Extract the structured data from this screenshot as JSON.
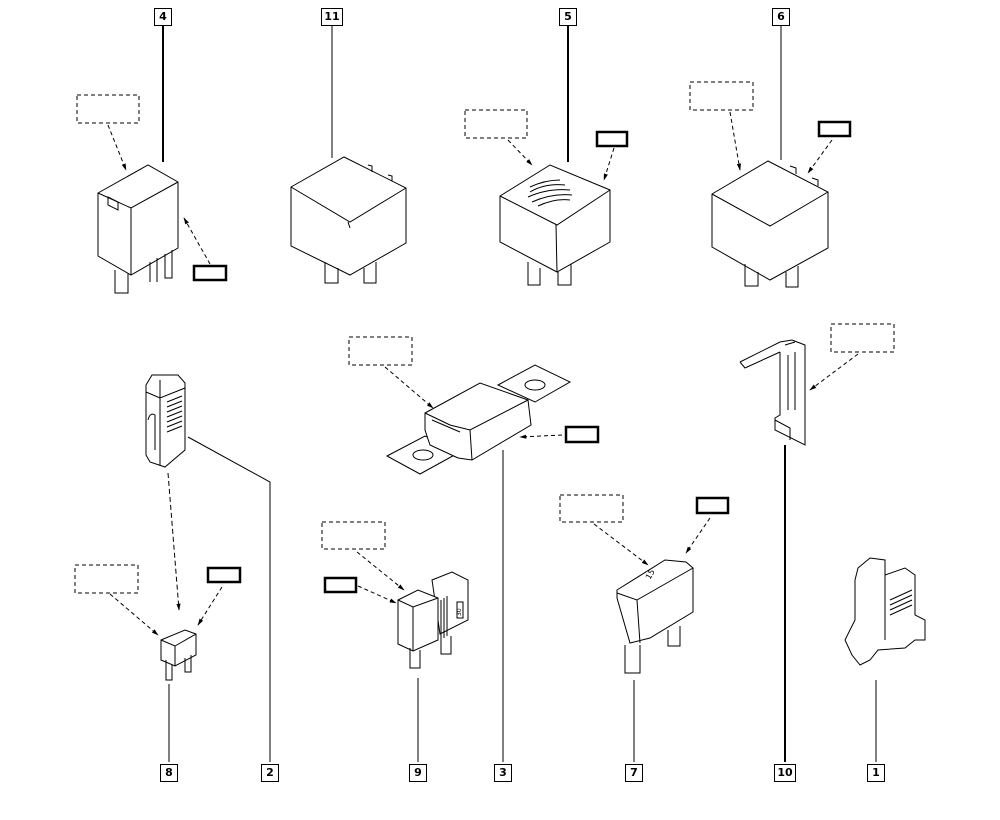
{
  "title": "Relays and fuses exploded parts diagram",
  "colors": {
    "line": "#000000",
    "background": "#ffffff"
  },
  "callouts": {
    "c4": "4",
    "c11": "11",
    "c5": "5",
    "c6": "6",
    "c2": "2",
    "c8": "8",
    "c9": "9",
    "c3": "3",
    "c7": "7",
    "c10": "10",
    "c1": "1"
  },
  "parts": [
    {
      "id": "4",
      "name": "mini relay with tab"
    },
    {
      "id": "11",
      "name": "standard relay"
    },
    {
      "id": "5",
      "name": "relay with ribbed top"
    },
    {
      "id": "6",
      "name": "relay"
    },
    {
      "id": "2",
      "name": "fuse puller"
    },
    {
      "id": "8",
      "name": "mini blade fuse"
    },
    {
      "id": "9",
      "name": "blade fuse pair"
    },
    {
      "id": "3",
      "name": "bolt-down maxi fuse"
    },
    {
      "id": "7",
      "name": "maxi blade fuse"
    },
    {
      "id": "10",
      "name": "fuse holder clip"
    },
    {
      "id": "1",
      "name": "terminal block clip"
    }
  ],
  "fuse_markings": {
    "maxi_fuse_rating": "15",
    "blade_fuse_rating": "30"
  }
}
